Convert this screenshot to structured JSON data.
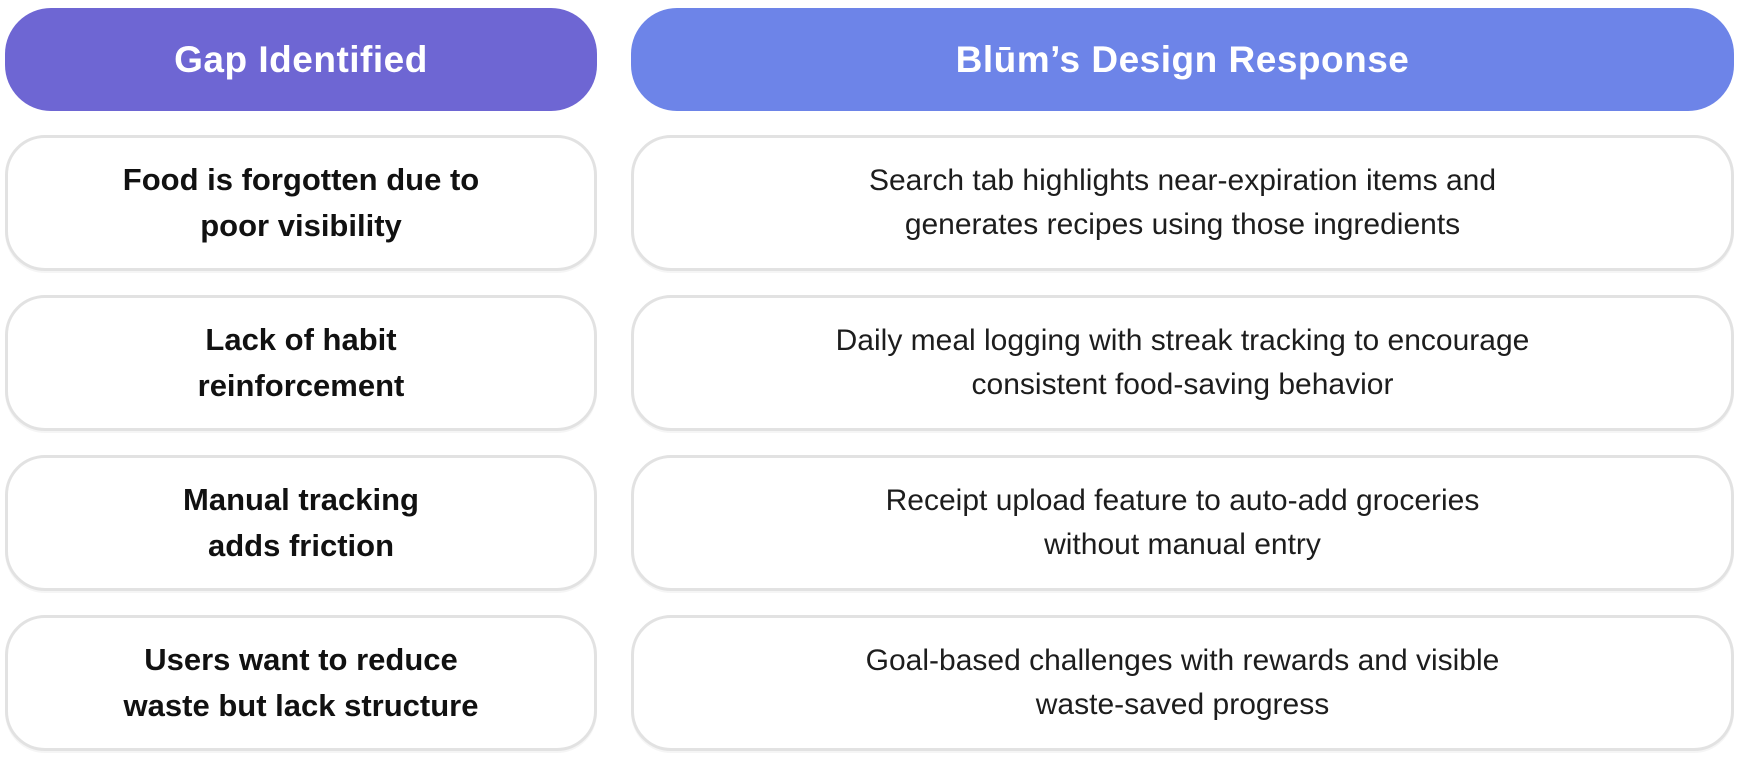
{
  "table": {
    "columns": [
      {
        "header": "Gap Identified",
        "color": "#6E66D3"
      },
      {
        "header": "Blūm’s Design Response",
        "color": "#6D84E8"
      }
    ],
    "rows": [
      {
        "gap_lines": [
          "Food is forgotten due to",
          "poor visibility"
        ],
        "response_lines": [
          "Search tab highlights near-expiration items and",
          "generates recipes using those ingredients"
        ]
      },
      {
        "gap_lines": [
          "Lack of habit",
          "reinforcement"
        ],
        "response_lines": [
          "Daily meal logging with streak tracking to encourage",
          "consistent food-saving behavior"
        ]
      },
      {
        "gap_lines": [
          "Manual tracking",
          "adds friction"
        ],
        "response_lines": [
          "Receipt upload feature to auto-add groceries",
          "without manual entry"
        ]
      },
      {
        "gap_lines": [
          "Users want to reduce",
          "waste but lack structure"
        ],
        "response_lines": [
          "Goal-based challenges with rewards and visible",
          "waste-saved progress"
        ]
      }
    ]
  }
}
